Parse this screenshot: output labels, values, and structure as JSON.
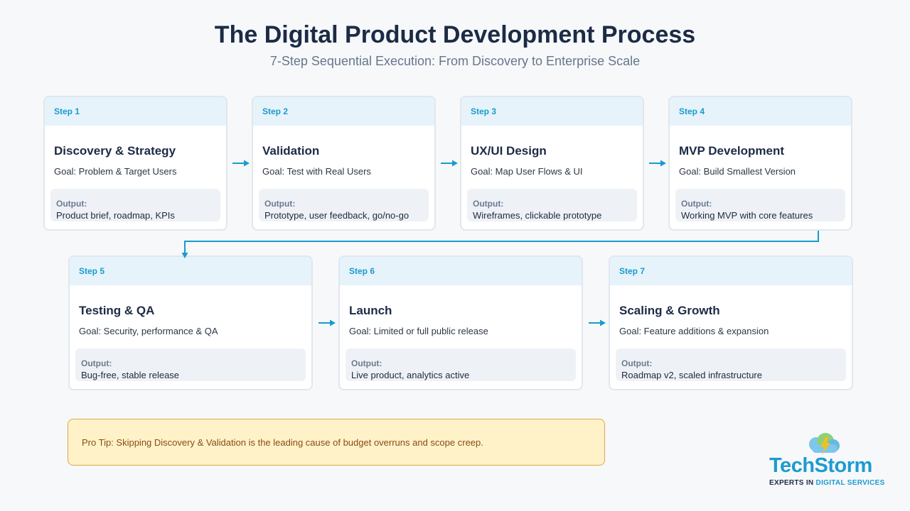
{
  "header": {
    "title": "The Digital Product Development Process",
    "subtitle": "7-Step Sequential Execution: From Discovery to Enterprise Scale"
  },
  "steps": [
    {
      "step": "Step 1",
      "title": "Discovery & Strategy",
      "goal": "Goal: Problem & Target Users",
      "output_label": "Output:",
      "output": "Product brief, roadmap, KPIs"
    },
    {
      "step": "Step 2",
      "title": "Validation",
      "goal": "Goal: Test with Real Users",
      "output_label": "Output:",
      "output": "Prototype, user feedback, go/no-go"
    },
    {
      "step": "Step 3",
      "title": "UX/UI Design",
      "goal": "Goal: Map User Flows & UI",
      "output_label": "Output:",
      "output": "Wireframes, clickable prototype"
    },
    {
      "step": "Step 4",
      "title": "MVP Development",
      "goal": "Goal: Build Smallest Version",
      "output_label": "Output:",
      "output": "Working MVP with core features"
    },
    {
      "step": "Step 5",
      "title": "Testing & QA",
      "goal": "Goal: Security, performance & QA",
      "output_label": "Output:",
      "output": "Bug-free, stable release"
    },
    {
      "step": "Step 6",
      "title": "Launch",
      "goal": "Goal: Limited or full public release",
      "output_label": "Output:",
      "output": "Live product, analytics active"
    },
    {
      "step": "Step 7",
      "title": "Scaling & Growth",
      "goal": "Goal: Feature additions & expansion",
      "output_label": "Output:",
      "output": "Roadmap v2, scaled infrastructure"
    }
  ],
  "tip": {
    "text": "Pro Tip: Skipping Discovery & Validation is the leading cause of budget overruns and scope creep."
  },
  "logo": {
    "word": "TechStorm",
    "tag_prefix": "EXPERTS IN ",
    "tag_highlight": "DIGITAL SERVICES"
  },
  "colors": {
    "accent": "#1a9bcc",
    "title": "#1c2b45",
    "tip_bg": "#fff2c8",
    "tip_border": "#e0a64a"
  }
}
